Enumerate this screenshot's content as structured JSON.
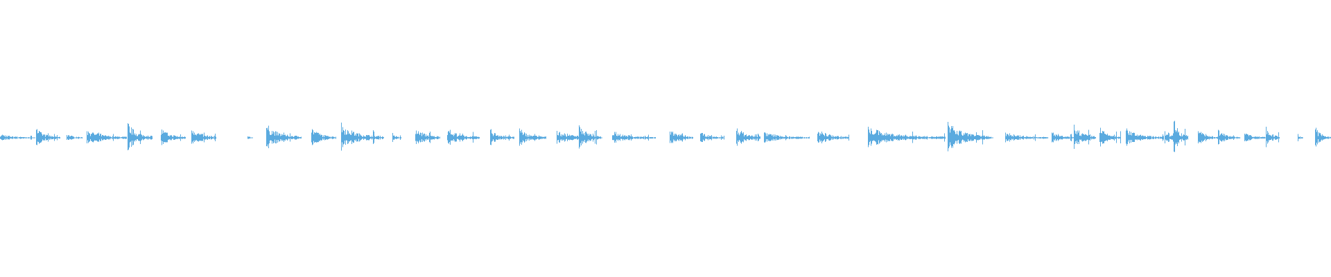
{
  "waveform": {
    "color": "#5aaadf",
    "background": "#ffffff",
    "duration_samples": 1920,
    "bursts": [
      {
        "pos": 0.0,
        "len": 0.026,
        "amp": 0.18
      },
      {
        "pos": 0.027,
        "len": 0.018,
        "amp": 0.42
      },
      {
        "pos": 0.05,
        "len": 0.012,
        "amp": 0.2
      },
      {
        "pos": 0.065,
        "len": 0.03,
        "amp": 0.38
      },
      {
        "pos": 0.096,
        "len": 0.018,
        "amp": 0.68
      },
      {
        "pos": 0.121,
        "len": 0.018,
        "amp": 0.45
      },
      {
        "pos": 0.144,
        "len": 0.018,
        "amp": 0.52
      },
      {
        "pos": 0.186,
        "len": 0.004,
        "amp": 0.12
      },
      {
        "pos": 0.2,
        "len": 0.026,
        "amp": 0.6
      },
      {
        "pos": 0.234,
        "len": 0.018,
        "amp": 0.48
      },
      {
        "pos": 0.256,
        "len": 0.032,
        "amp": 0.62
      },
      {
        "pos": 0.295,
        "len": 0.006,
        "amp": 0.22
      },
      {
        "pos": 0.312,
        "len": 0.018,
        "amp": 0.52
      },
      {
        "pos": 0.336,
        "len": 0.024,
        "amp": 0.44
      },
      {
        "pos": 0.368,
        "len": 0.018,
        "amp": 0.38
      },
      {
        "pos": 0.39,
        "len": 0.02,
        "amp": 0.42
      },
      {
        "pos": 0.418,
        "len": 0.034,
        "amp": 0.32
      },
      {
        "pos": 0.435,
        "len": 0.016,
        "amp": 0.66
      },
      {
        "pos": 0.46,
        "len": 0.032,
        "amp": 0.3
      },
      {
        "pos": 0.503,
        "len": 0.018,
        "amp": 0.38
      },
      {
        "pos": 0.526,
        "len": 0.018,
        "amp": 0.26
      },
      {
        "pos": 0.553,
        "len": 0.018,
        "amp": 0.54
      },
      {
        "pos": 0.574,
        "len": 0.034,
        "amp": 0.28
      },
      {
        "pos": 0.614,
        "len": 0.024,
        "amp": 0.4
      },
      {
        "pos": 0.652,
        "len": 0.058,
        "amp": 0.46
      },
      {
        "pos": 0.712,
        "len": 0.03,
        "amp": 0.72
      },
      {
        "pos": 0.742,
        "len": 0.004,
        "amp": 0.18
      },
      {
        "pos": 0.755,
        "len": 0.032,
        "amp": 0.26
      },
      {
        "pos": 0.79,
        "len": 0.016,
        "amp": 0.3
      },
      {
        "pos": 0.807,
        "len": 0.016,
        "amp": 0.62
      },
      {
        "pos": 0.826,
        "len": 0.016,
        "amp": 0.48
      },
      {
        "pos": 0.846,
        "len": 0.028,
        "amp": 0.4
      },
      {
        "pos": 0.875,
        "len": 0.016,
        "amp": 0.34
      },
      {
        "pos": 0.882,
        "len": 0.01,
        "amp": 0.88
      },
      {
        "pos": 0.9,
        "len": 0.016,
        "amp": 0.38
      },
      {
        "pos": 0.915,
        "len": 0.016,
        "amp": 0.34
      },
      {
        "pos": 0.935,
        "len": 0.016,
        "amp": 0.3
      },
      {
        "pos": 0.951,
        "len": 0.01,
        "amp": 0.56
      },
      {
        "pos": 0.975,
        "len": 0.004,
        "amp": 0.16
      },
      {
        "pos": 0.988,
        "len": 0.012,
        "amp": 0.48
      }
    ]
  }
}
